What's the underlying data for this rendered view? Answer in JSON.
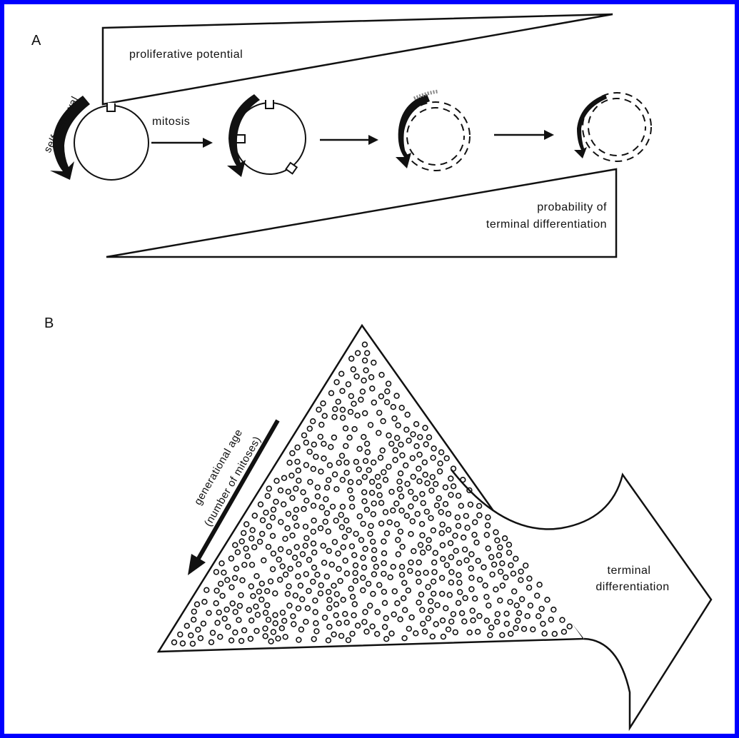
{
  "colors": {
    "frame": "#0000ff",
    "background": "#ffffff",
    "ink": "#111111"
  },
  "panel_a": {
    "letter": "A",
    "proliferative_label": "proliferative potential",
    "self_renewal_label": "self-renewal",
    "mitosis_label": "mitosis",
    "probability_label_line1": "probability of",
    "probability_label_line2": "terminal differentiation"
  },
  "panel_b": {
    "letter": "B",
    "generational_label_line1": "generational age",
    "generational_label_line2": "(number of mitoses)",
    "terminal_label_line1": "terminal",
    "terminal_label_line2": "differentiation"
  }
}
